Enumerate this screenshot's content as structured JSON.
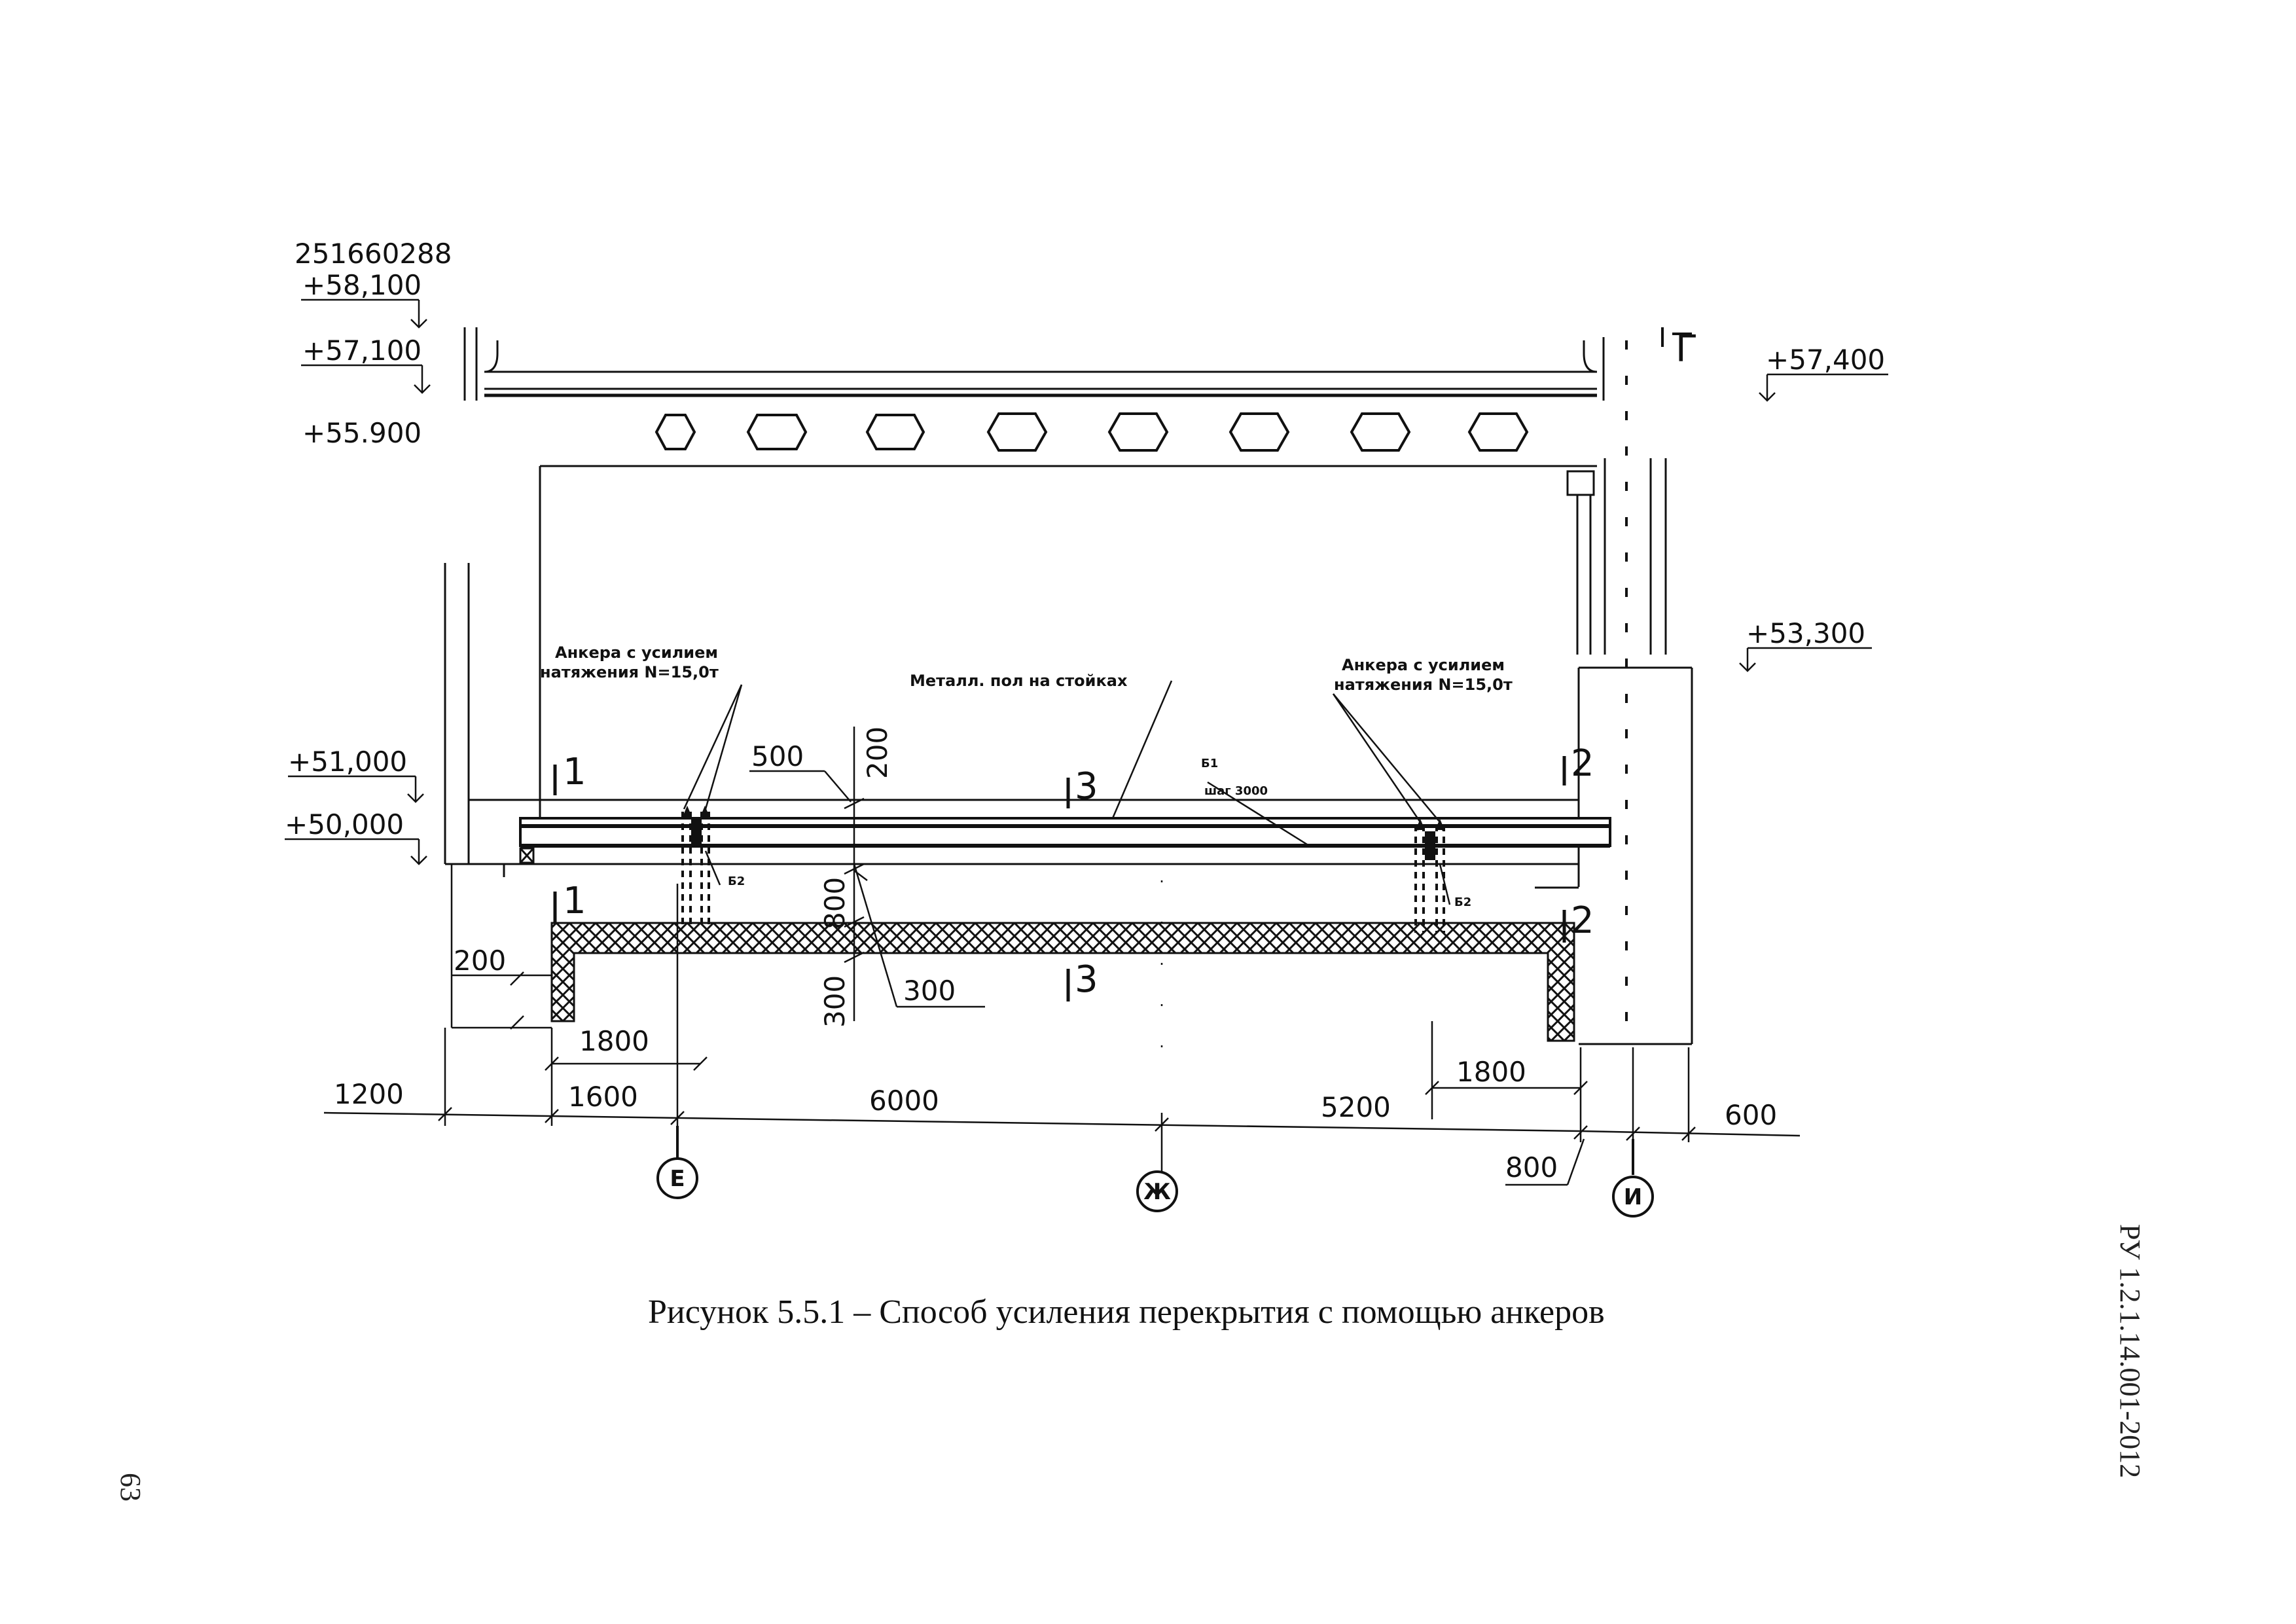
{
  "drawing_id": "251660288",
  "elevations": {
    "e58100": "+58,100",
    "e57100": "+57,100",
    "e55900": "+55.900",
    "e57400": "+57,400",
    "e53300": "+53,300",
    "e51000": "+51,000",
    "e50000": "+50,000"
  },
  "notes": {
    "anchor_left_line1": "Анкера с усилием",
    "anchor_left_line2": "натяжения N=15,0т",
    "anchor_right_line1": "Анкера с усилием",
    "anchor_right_line2": "натяжения N=15,0т",
    "metal_floor": "Металл. пол на стойках",
    "b1": "Б1",
    "b1_step": "шаг 3000",
    "b2_left": "Б2",
    "b2_right": "Б2"
  },
  "sections": {
    "s1_top": "1",
    "s1_bottom": "1",
    "s2_top": "2",
    "s2_bottom": "2",
    "s3_top": "3",
    "s3_bottom": "3"
  },
  "dimensions": {
    "d500": "500",
    "d200_vertical": "200",
    "d800": "800",
    "d200": "200",
    "d300_vertical": "300",
    "d300": "300",
    "d1800_left": "1800",
    "d1800_right": "1800",
    "d1200": "1200",
    "d1600": "1600",
    "d6000": "6000",
    "d5200": "5200",
    "d600": "600",
    "d800_bottom": "800"
  },
  "axes": {
    "e": "Е",
    "zh": "Ж",
    "i": "И",
    "top_t": "Г"
  },
  "caption": "Рисунок 5.5.1 – Способ усиления перекрытия с помощью анкеров",
  "doc_code": "РУ 1.2.1.14.001-2012",
  "page_number": "63"
}
